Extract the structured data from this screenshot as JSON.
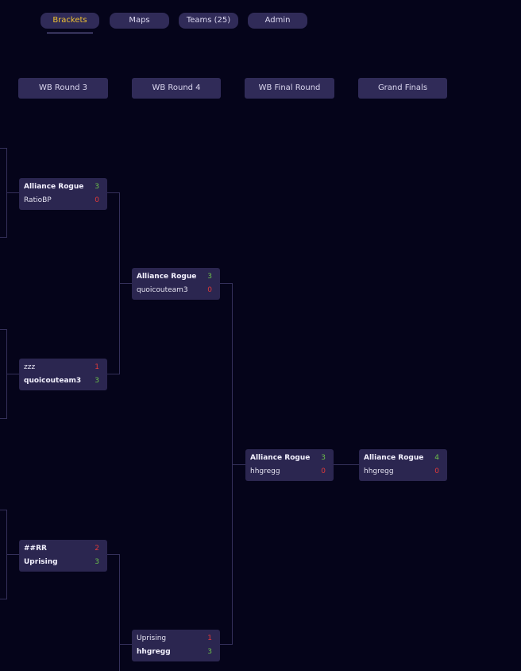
{
  "nav": {
    "tabs": [
      {
        "label": "Brackets",
        "active": true
      },
      {
        "label": "Maps",
        "active": false
      },
      {
        "label": "Teams (25)",
        "active": false
      },
      {
        "label": "Admin",
        "active": false
      }
    ]
  },
  "rounds": [
    {
      "label": "WB Round 3"
    },
    {
      "label": "WB Round 4"
    },
    {
      "label": "WB Final Round"
    },
    {
      "label": "Grand Finals"
    }
  ],
  "matches": [
    {
      "top": {
        "name": "Alliance Rogue",
        "score": "3"
      },
      "bottom": {
        "name": "RatioBP",
        "score": "0"
      }
    },
    {
      "top": {
        "name": "zzz",
        "score": "1"
      },
      "bottom": {
        "name": "quoicouteam3",
        "score": "3"
      }
    },
    {
      "top": {
        "name": "##RR",
        "score": "2"
      },
      "bottom": {
        "name": "Uprising",
        "score": "3"
      }
    },
    {
      "top": {
        "name": "Alliance Rogue",
        "score": "3"
      },
      "bottom": {
        "name": "quoicouteam3",
        "score": "0"
      }
    },
    {
      "top": {
        "name": "Uprising",
        "score": "1"
      },
      "bottom": {
        "name": "hhgregg",
        "score": "3"
      }
    },
    {
      "top": {
        "name": "Alliance Rogue",
        "score": "3"
      },
      "bottom": {
        "name": "hhgregg",
        "score": "0"
      }
    },
    {
      "top": {
        "name": "Alliance Rogue",
        "score": "4"
      },
      "bottom": {
        "name": "hhgregg",
        "score": "0"
      }
    }
  ],
  "colors": {
    "background": "#05041a",
    "panel": "#302b58",
    "match": "#2b2650",
    "active_tab_text": "#f1c232",
    "win_score": "#6cc04a",
    "lose_score": "#e03a3a",
    "connector": "#34305a"
  }
}
